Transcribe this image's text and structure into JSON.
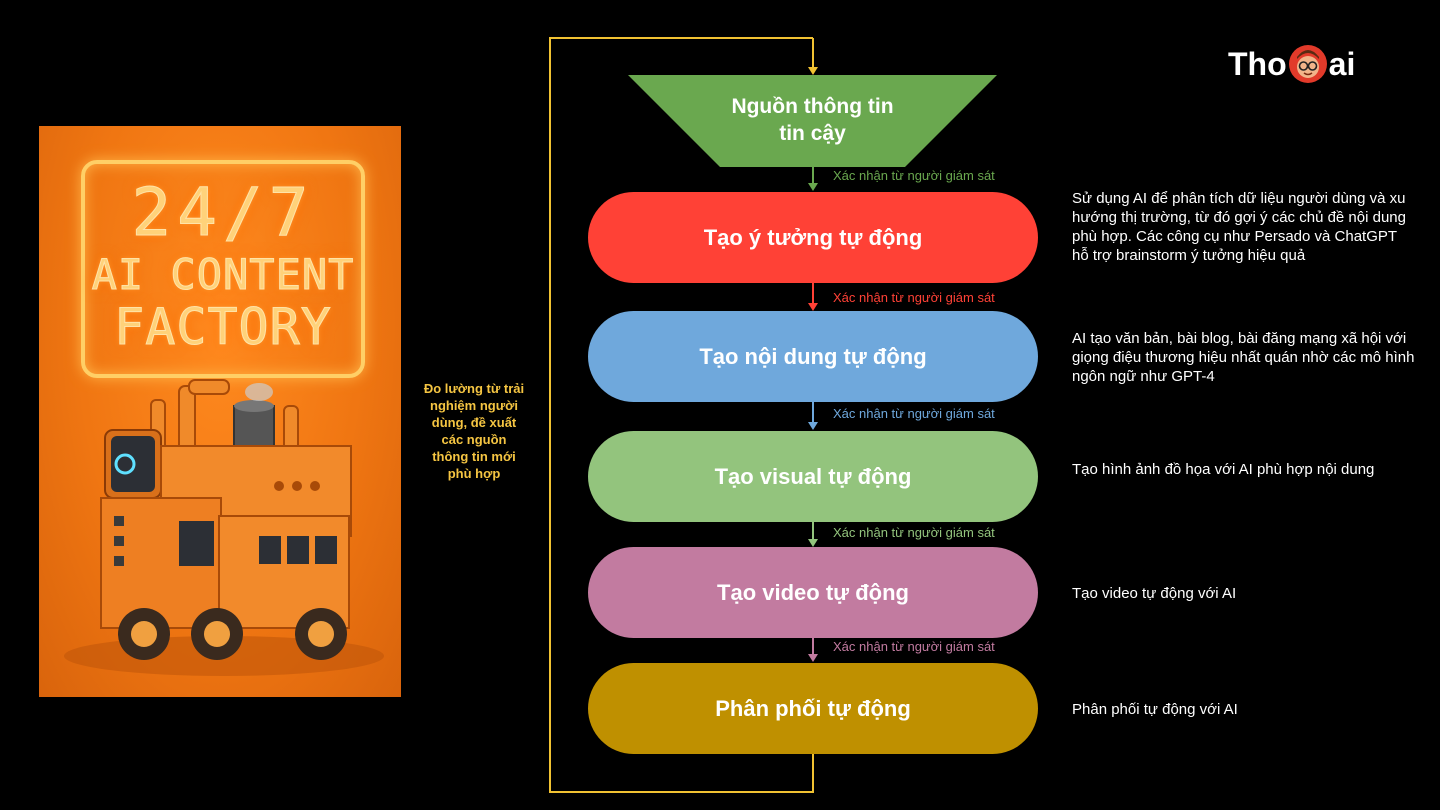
{
  "logo": {
    "text_left": "Tho",
    "text_right": "ai"
  },
  "poster": {
    "line1": "24/7",
    "line2": "AI CONTENT",
    "line3": "FACTORY"
  },
  "feedback_note": "Đo lường từ trải nghiệm người dùng, đề xuất các nguồn thông tin mới phù hợp",
  "source": {
    "label": "Nguồn thông tin\ntin cậy",
    "color": "#6aa84f"
  },
  "confirm_label": "Xác nhận từ người giám sát",
  "steps": [
    {
      "label": "Tạo ý tưởng tự động",
      "color": "#ff4136",
      "description": "Sử dụng AI để phân tích dữ liệu người dùng và xu hướng thị trường, từ đó gợi ý các chủ đề nội dung phù hợp. Các công cụ như Persado và ChatGPT hỗ trợ brainstorm ý tưởng hiệu quả"
    },
    {
      "label": "Tạo nội dung tự động",
      "color": "#6fa8dc",
      "description": "AI tạo văn bản, bài blog, bài đăng mạng xã hội với giọng điệu thương hiệu nhất quán nhờ các mô hình ngôn ngữ như GPT-4"
    },
    {
      "label": "Tạo visual tự động",
      "color": "#93c47d",
      "description": "Tạo hình ảnh đồ họa với AI phù hợp nội dung"
    },
    {
      "label": "Tạo video tự động",
      "color": "#c27ba0",
      "description": "Tạo video tự động với AI"
    },
    {
      "label": "Phân phối tự động",
      "color": "#bf9000",
      "description": "Phân phối tự động với AI"
    }
  ],
  "connector_colors": [
    "#6aa84f",
    "#ff4136",
    "#6fa8dc",
    "#93c47d",
    "#c27ba0"
  ],
  "loop_color": "#f1c232"
}
